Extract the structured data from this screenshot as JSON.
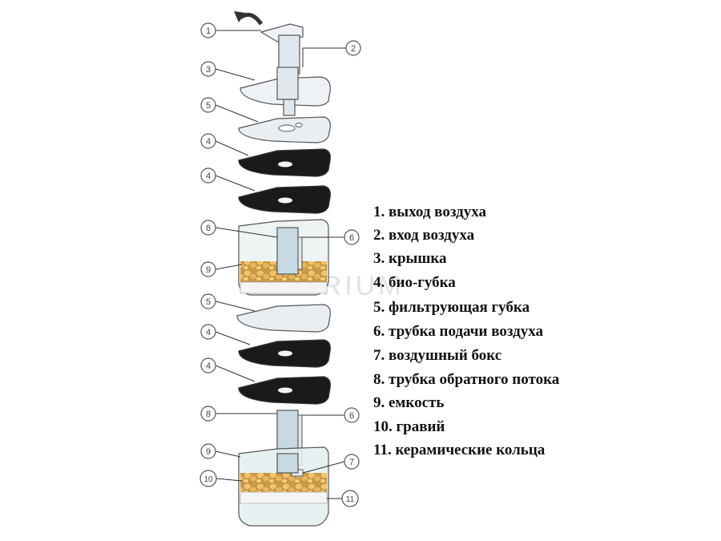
{
  "legend": {
    "items": [
      "1. выход воздуха",
      "2. вход воздуха",
      "3. крышка",
      "4. био-губка",
      "5. фильтрующая губка",
      "6. трубка подачи воздуха",
      "7. воздушный бокс",
      "8. трубка обратного потока",
      "9. емкость",
      "10. гравий",
      "11. керамические кольца"
    ]
  },
  "watermark": "ARIUM",
  "callouts": [
    "1",
    "2",
    "3",
    "5",
    "4",
    "4",
    "8",
    "6",
    "9",
    "5",
    "4",
    "4",
    "8",
    "6",
    "9",
    "7",
    "10",
    "11"
  ],
  "colors": {
    "outline": "#555555",
    "lid": "#eef2f6",
    "sponge_white": "#e9eef3",
    "sponge_black": "#1a1a1a",
    "tube": "#c7d9e2",
    "container": "#e4eeee",
    "gravel": "#e8b860"
  }
}
